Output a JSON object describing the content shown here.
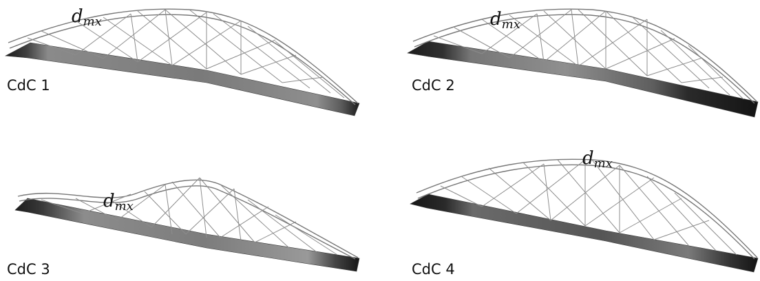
{
  "panels": [
    {
      "id": 1,
      "label": "CdC 1",
      "annotation": {
        "main": "d",
        "sub": "mx"
      }
    },
    {
      "id": 2,
      "label": "CdC 2",
      "annotation": {
        "main": "d",
        "sub": "mx"
      }
    },
    {
      "id": 3,
      "label": "CdC 3",
      "annotation": {
        "main": "d",
        "sub": "mx"
      }
    },
    {
      "id": 4,
      "label": "CdC 4",
      "annotation": {
        "main": "d",
        "sub": "mx"
      }
    }
  ],
  "colors": {
    "background": "#ffffff",
    "deck_dark": "#1c1c1c",
    "deck_mid": "#6e6e6e",
    "deck_light": "#9a9a9a",
    "wire": "#8c8c8c"
  }
}
